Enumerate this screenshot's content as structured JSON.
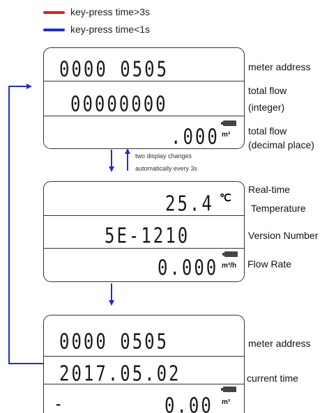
{
  "legend": {
    "long_press": "key-press time>3s",
    "short_press": "key-press time<1s",
    "long_color": "#e02020",
    "short_color": "#1a2fd0"
  },
  "screen1": {
    "address_digits": "0000 0505",
    "flow_integer_digits": "00000000",
    "flow_decimal_digits": ".000",
    "unit": "m³",
    "labels": {
      "address": "meter address",
      "total_flow_integer_1": "total flow",
      "total_flow_integer_2": "(integer)",
      "total_flow_decimal_1": "total flow",
      "total_flow_decimal_2": "(decimal place)"
    }
  },
  "transition_note": {
    "line1": "two display changes",
    "line2": "automatically every 3s"
  },
  "screen2": {
    "temperature_digits": "25.4",
    "temperature_unit": "℃",
    "version_digits": "5E-1210",
    "flow_rate_digits": "0.000",
    "flow_rate_unit": "m³/h",
    "labels": {
      "temperature_1": "Real-time",
      "temperature_2": "Temperature",
      "version": "Version Number",
      "flow_rate": "Flow Rate"
    }
  },
  "screen3": {
    "address_digits": "0000 0505",
    "date_digits": "2017.05.02",
    "minus_sign": "-",
    "bottom_digits": "0.00",
    "unit": "m³",
    "labels": {
      "address": "meter address",
      "time": "current time"
    }
  }
}
